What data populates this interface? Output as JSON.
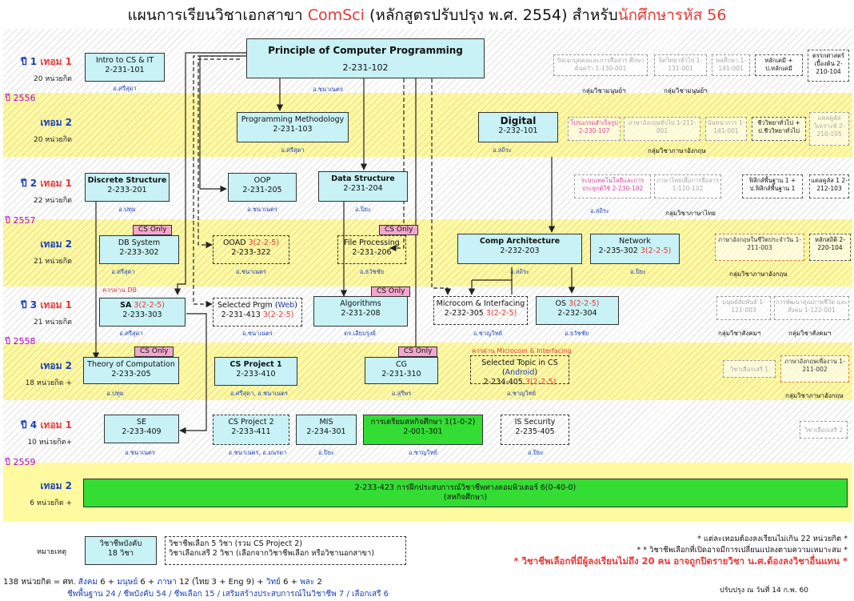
{
  "title": {
    "prefix": "แผนการเรียนวิชาเอกสาขา ",
    "program": "ComSci",
    "middle": " (หลักสูตรปรับปรุง พ.ศ. 2554)  สำหรับ",
    "students": "นักศึกษารหัส 56"
  },
  "years": [
    "ปี 2556",
    "ปี 2557",
    "ปี 2558",
    "ปี 2559"
  ],
  "semesters": [
    {
      "year": "ปี 1",
      "term": "เทอม 1",
      "credits": "20 หน่วยกิต"
    },
    {
      "year": "",
      "term": "เทอม 2",
      "credits": "20 หน่วยกิต"
    },
    {
      "year": "ปี 2",
      "term": "เทอม 1",
      "credits": "22 หน่วยกิต"
    },
    {
      "year": "",
      "term": "เทอม 2",
      "credits": "21 หน่วยกิต"
    },
    {
      "year": "ปี 3",
      "term": "เทอม 1",
      "credits": "21 หน่วยกิต"
    },
    {
      "year": "",
      "term": "เทอม 2",
      "credits": "18 หน่วยกิต +"
    },
    {
      "year": "ปี 4",
      "term": "เทอม 1",
      "credits": "10 หน่วยกิต+"
    },
    {
      "year": "",
      "term": "เทอม 2",
      "credits": "6 หน่วยกิต +"
    }
  ],
  "courses": {
    "intro": {
      "name": "Intro to CS & IT",
      "code": "2-231-101",
      "inst": "อ.ศรีสุดา"
    },
    "pcp": {
      "name": "Principle of Computer Programming",
      "code": "2-231-102",
      "inst": "อ.ชนาเนตร"
    },
    "pm": {
      "name": "Programming Methodology",
      "code": "2-231-103",
      "inst": "อ.ศรีสุดา"
    },
    "digital": {
      "name": "Digital",
      "code": "2-232-101",
      "inst": "อ.สถิระ"
    },
    "discrete": {
      "name": "Discrete Structure",
      "code": "2-233-201",
      "inst": "อ.ปทุม"
    },
    "oop": {
      "name": "OOP",
      "code": "2-231-205",
      "inst": "อ.ชนาเนตร"
    },
    "ds": {
      "name": "Data Structure",
      "code": "2-231-204",
      "inst": "อ.ปิยะ"
    },
    "db": {
      "name": "DB System",
      "code": "2-233-302",
      "inst": "อ.ศรีสุดา"
    },
    "ooad": {
      "name": "OOAD",
      "credit": "3(2-2-5)",
      "code": "2-233-322",
      "inst": "อ.ชนาเนตร"
    },
    "fp": {
      "name": "File Processing",
      "code": "2-231-206",
      "inst": "อ.ธวัชชัย"
    },
    "ca": {
      "name": "Comp Architecture",
      "code": "2-232-203",
      "inst": "อ.สถิระ"
    },
    "net": {
      "name": "Network",
      "code": "2-235-302",
      "credit": "3(2-2-5)",
      "inst": "อ.ปิยะ"
    },
    "sa": {
      "name": "SA",
      "credit": "3(2-2-5)",
      "code": "2-233-303",
      "inst": "อ.ศรีสุดา"
    },
    "spw": {
      "name": "Selected Prgm (",
      "web": "Web",
      "close": ")",
      "code": "2-231-413",
      "credit": "3(2-2-5)",
      "inst": "อ.ชนาเนตร"
    },
    "algo": {
      "name": "Algorithms",
      "code": "2-231-208",
      "inst": "ดร.เอียบรุ่งฝ์"
    },
    "micro": {
      "name": "Microcom & Interfacing",
      "code": "2-232-305",
      "credit": "3(2-2-5)",
      "inst": "อ.ชาญวิทย์"
    },
    "os": {
      "name": "OS",
      "credit": "3(2-2-5)",
      "code": "2-232-304",
      "inst": "อ.ธวัชชัย"
    },
    "toc": {
      "name": "Theory of Computation",
      "code": "2-233-205",
      "inst": "อ.ปทุม"
    },
    "csp1": {
      "name": "CS Project 1",
      "code": "2-233-410",
      "inst": "อ.ศรีสุดา, อ.ชนาเนตร"
    },
    "cg": {
      "name": "CG",
      "code": "2-231-310",
      "inst": "อ.สุรีพร"
    },
    "stc": {
      "name": "Selected Topic in CS (",
      "android": "Android",
      "close": ")",
      "code": "2-234-405",
      "credit": "3(2-2-5)",
      "inst": "อ.ชาญวิทย์"
    },
    "se": {
      "name": "SE",
      "code": "2-233-409",
      "inst": "อ.ชนาเนตร"
    },
    "csp2": {
      "name": "CS Project 2",
      "code": "2-233-411",
      "inst": "อ.ชนาเนตร, อ.มนรดา"
    },
    "mis": {
      "name": "MIS",
      "code": "2-234-301",
      "inst": "อ.ปิยะ"
    },
    "prep": {
      "name": "การเตรียมสหกิจศึกษา 1(1-0-2)",
      "code": "2-001-301",
      "inst": "อ.ชาญวิทย์"
    },
    "iss": {
      "name": "IS Security",
      "code": "2-235-405",
      "inst": "อ.ปิยะ"
    },
    "coop": {
      "line1": "2-233-423  การฝึกประสบการณ์วิชาชีพทางคอมพิวเตอร์  6(0-40-0)",
      "line2": "(สหกิจศึกษา)"
    }
  },
  "cs_only": "CS Only",
  "notes": {
    "db_req": "ควรผ่าน DB",
    "micro_req": "ควรผ่าน Microcom & Interfacing"
  },
  "gened": {
    "y1t1": [
      "ปัจเจกบุคคลและการสื่อสาร ศึกษาค้นคว้า 1-130-001",
      "จิตวิทยาทั่วไป 1-131-001",
      "พลศึกษา 1-141-001",
      "หลักเคมี + ป.หลักเคมี",
      "ตรรกศาสตร์ เบื้องต้น 2-210-104"
    ],
    "y1t2": [
      "โปรแกรมสำเร็จรูป 2-230-107",
      "ภาษาอังกฤษทั่วไป 1-211-001",
      "นันทนาการ 1-141-001",
      "ชีววิทยาทั่วไป + ป.ชีววิทยาทั่วไป",
      "แคลคูลัส วิเคราะห์ 2-210-105"
    ],
    "y2t1": [
      "ระบบเทคโนโลยีและการ ประยุกต์ใช้ 2-230-102",
      "ภาษาไทยเพื่อการสื่อสาร 1-110-102",
      "ฟิสิกส์พื้นฐาน 1 + ป.ฟิสิกส์พื้นฐาน 1",
      "แคลคูลัส 1 2-212-103"
    ],
    "y2t2": [
      "ภาษาอังกฤษในชีวิตประจำวัน 1-211-003",
      "หลักสถิติ 2-220-104"
    ],
    "y3t1": [
      "มนุษย์สัมพันธ์ 1-121-003",
      "การพัฒนาคุณภาพชีวิต และสังคม 1-122-001"
    ],
    "y3t2": [
      "วิชาเลือกเสรี 1",
      "ภาษาอังกฤษเพื่องาน 1-211-002"
    ],
    "y4t1": [
      "วิชาเลือกเสรี 2"
    ]
  },
  "groups": {
    "g1": "กลุ่มวิชามนุษย์ฯ",
    "g2": "กลุ่มวิชามนุษย์ฯ",
    "g3": "กลุ่มวิชาภาษาอังกฤษ",
    "g4": "กลุ่มวิชาภาษาไทย",
    "g5": "กลุ่มวิชาภาษาอังกฤษ",
    "g6": "กลุ่มวิชาสังคมฯ",
    "g7": "กลุ่มวิชาสังคมฯ",
    "g8": "กลุ่มวิชาภาษาอังกฤษ"
  },
  "legend": {
    "label": "หมายเหตุ",
    "req": "วิชาชีพบังคับ",
    "req_n": "18 วิชา",
    "elec1": "วิชาชีพเลือก  5 วิชา (รวม CS Project 2)",
    "elec2": "วิชาเลือกเสรี  2 วิชา (เลือกจากวิชาชีพเลือก หรือวิชานอกสาขา)"
  },
  "footnotes": {
    "n1": "* แต่ละเทอมต้องลงเรียนไม่เกิน 22 หน่วยกิต *",
    "n2": "* * วิชาชีพเลือกที่เปิดอาจมีการเปลี่ยนแปลงตามความเหมาะสม *",
    "n3": "* วิชาชีพเลือกที่มีผู้ลงเรียนไม่ถึง 20 คน อาจถูกปิดรายวิชา น.ศ.ต้องลงวิชาอื่นแทน *"
  },
  "summary": {
    "a": "138 หน่วยกิต = ศท. ",
    "b": "สังคม",
    "c": " 6 + ",
    "d": "มนุษย์",
    "e": " 6 + ",
    "f": "ภาษา",
    "g": " 12 (ไทย 3 + Eng 9) + ",
    "h": "วิทย์",
    "i": " 6 + ",
    "j": "พละ",
    "k": " 2",
    "l": "ชีพพื้นฐาน 24 / ชีพบังคับ 54 / ชีพเลือก 15 / เสริมสร้างประสบการณ์ในวิชาชีพ 7 / เลือกเสรี 6"
  },
  "updated": "ปรับปรุง ณ วันที่ 14 ก.พ. 60"
}
